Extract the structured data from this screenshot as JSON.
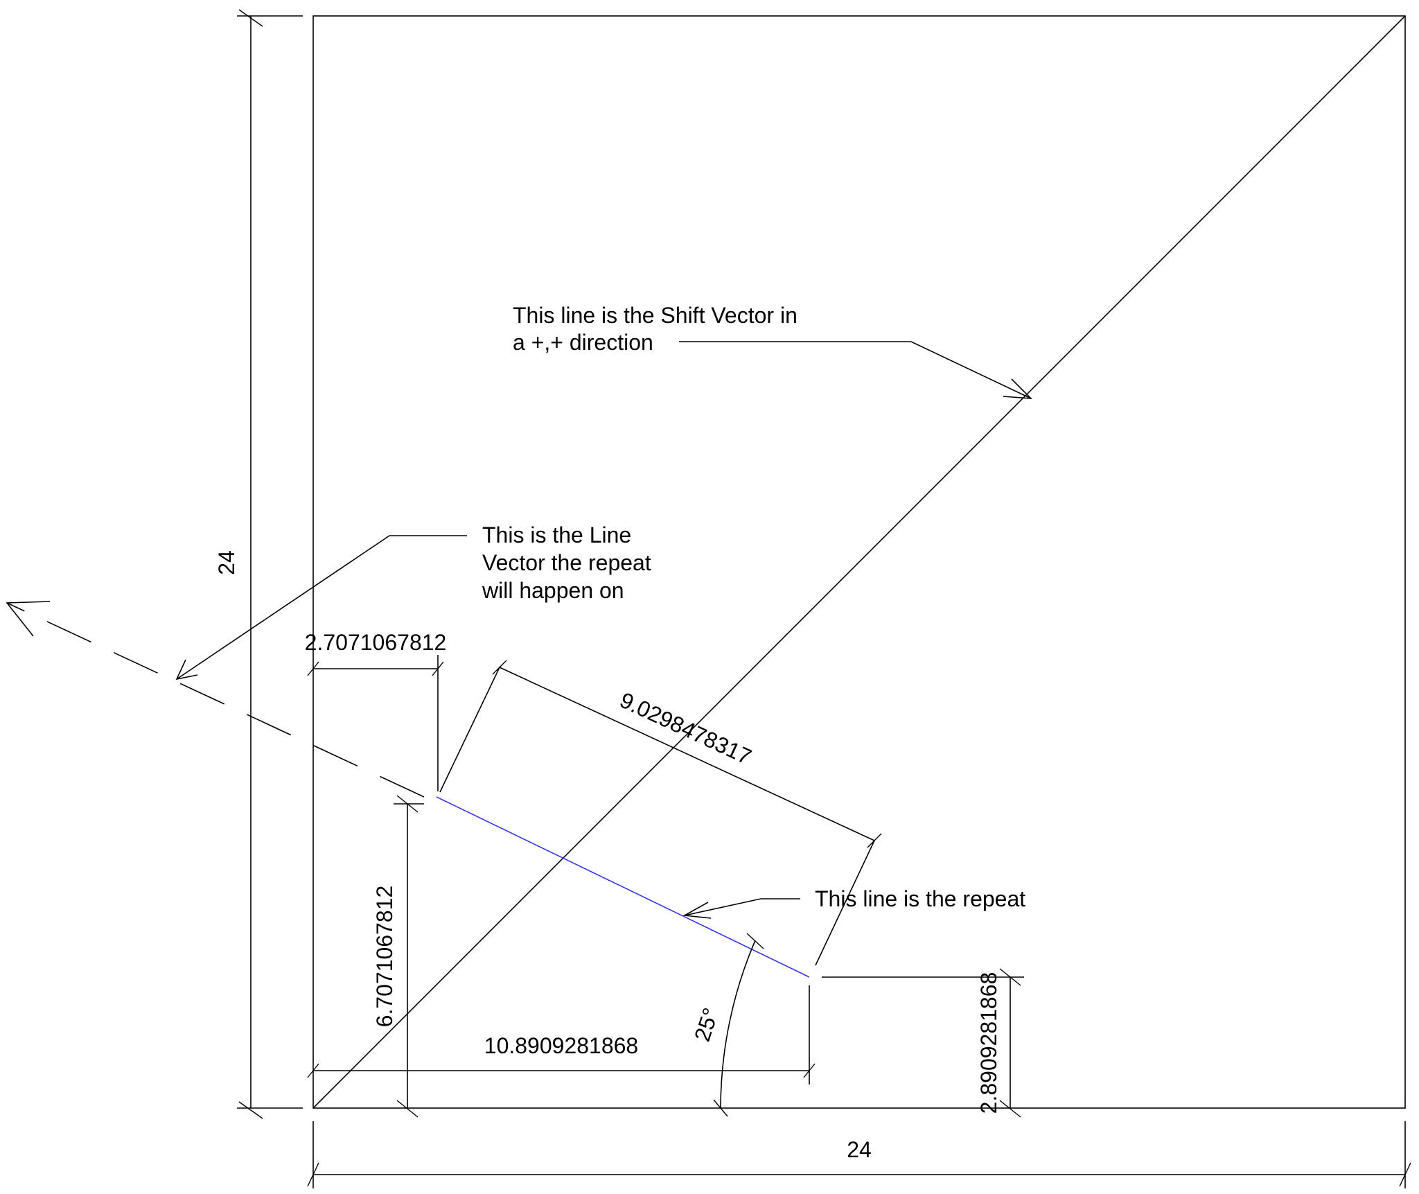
{
  "colors": {
    "line": "#000000",
    "repeat_line": "#3333ee",
    "background": "#ffffff"
  },
  "dimensions": {
    "width_total": "24",
    "height_total": "24",
    "x_offset": "2.7071067812",
    "y_offset": "6.7071067812",
    "repeat_length": "9.0298478317",
    "x_end": "10.8909281868",
    "y_end": "2.8909281868",
    "angle": "25°"
  },
  "labels": {
    "shift_vector": {
      "line1": "This line is the Shift Vector in",
      "line2": "a +,+ direction"
    },
    "line_vector": {
      "line1": "This is the Line",
      "line2": "Vector the repeat",
      "line3": "will happen on"
    },
    "repeat": {
      "line1": "This line is the repeat"
    }
  }
}
